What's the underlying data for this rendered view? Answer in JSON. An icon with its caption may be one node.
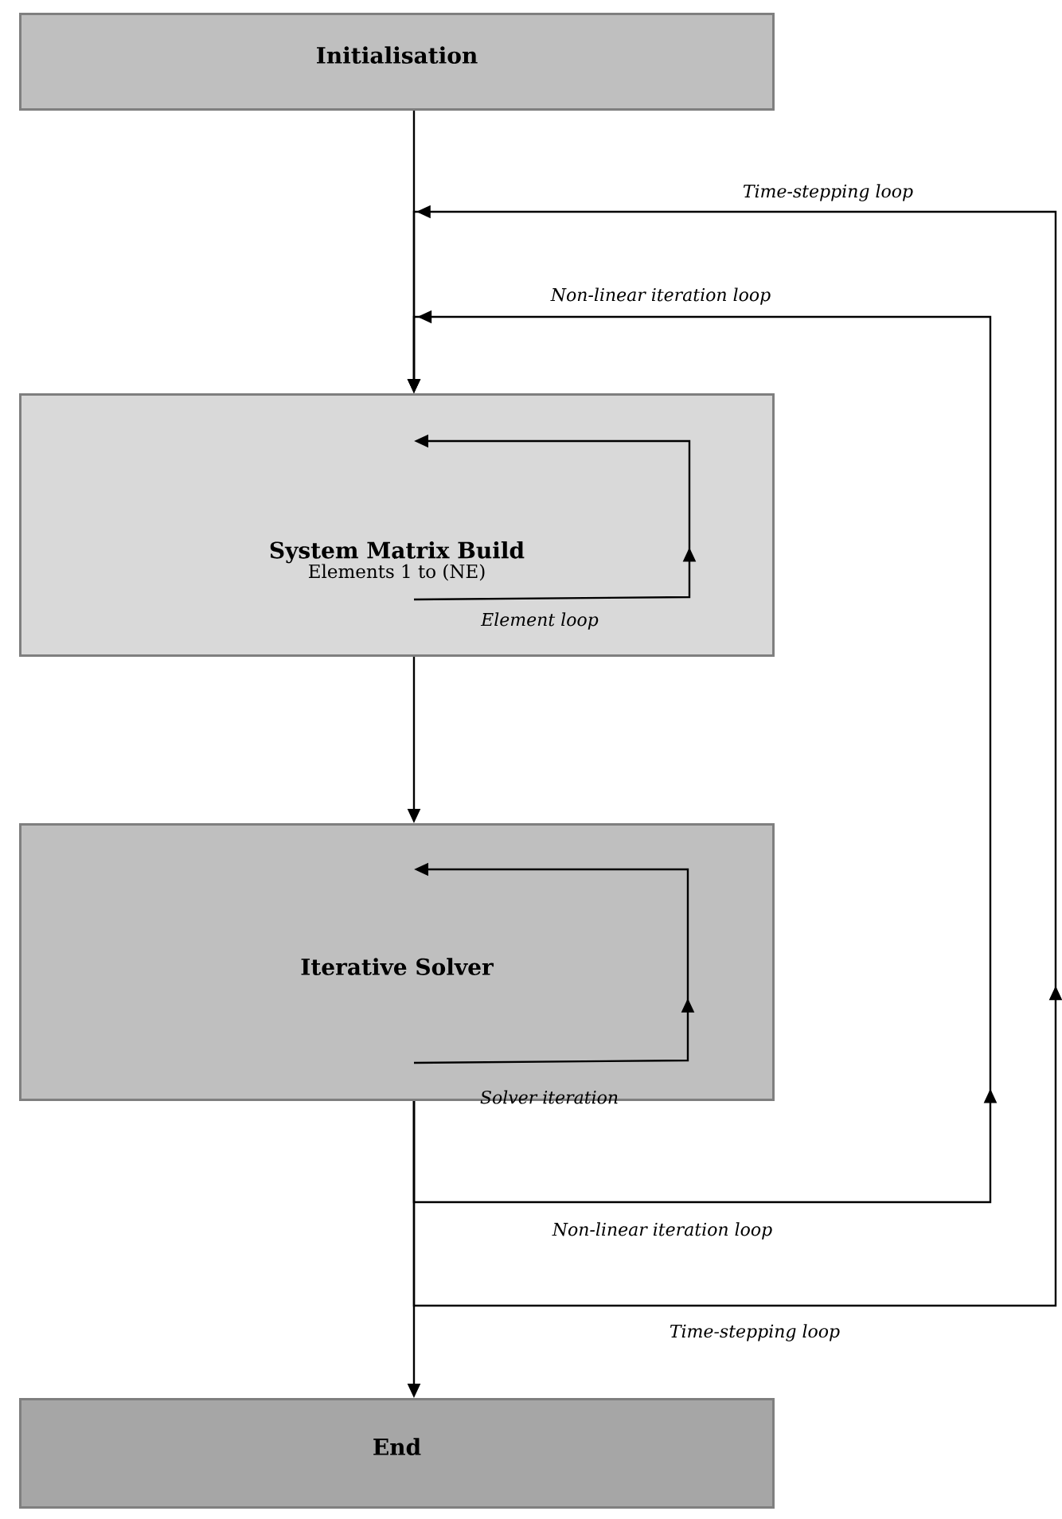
{
  "diagram": {
    "nodes": [
      {
        "text": [
          "Initialisation"
        ]
      },
      {
        "text": [
          "System Matrix Build",
          "Elements 1 to (NE)"
        ]
      },
      {
        "text": [
          "Iterative Solver"
        ]
      },
      {
        "text": [
          "End"
        ]
      }
    ],
    "edges": [
      {
        "from": 0,
        "to": 1,
        "arrow": "to"
      },
      {
        "from": 1,
        "to": 1,
        "arrow": "to",
        "label": "Element loop"
      },
      {
        "from": 1,
        "to": 2,
        "arrow": "to"
      },
      {
        "from": 2,
        "to": 2,
        "arrow": "to",
        "label": "Solver iteration"
      },
      {
        "from": 2,
        "to": 3,
        "arrow": "to"
      },
      {
        "from": 2,
        "to": 1,
        "arrow": "to",
        "label": "Non-linear iteration loop"
      },
      {
        "from": 2,
        "to": 1,
        "arrow": "to",
        "label": "Time-stepping loop"
      }
    ],
    "labels": [
      "Time-stepping loop",
      "Non-linear iteration loop"
    ]
  }
}
